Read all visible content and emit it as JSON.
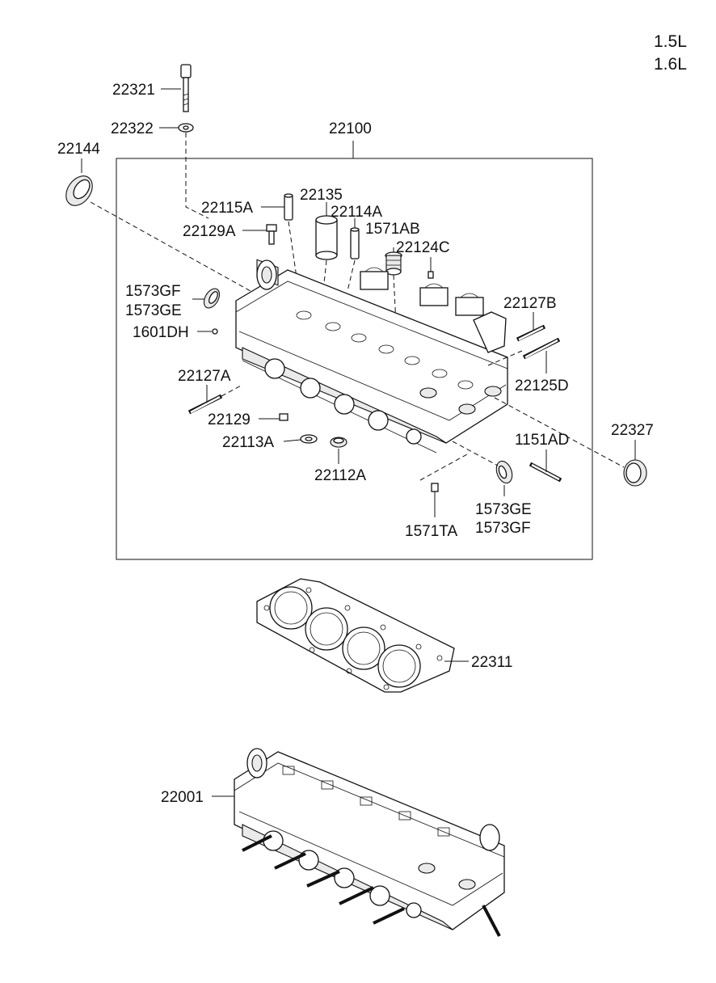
{
  "engine": [
    "1.5L",
    "1.6L"
  ],
  "labels": {
    "p22321": "22321",
    "p22322": "22322",
    "p22100": "22100",
    "p22144": "22144",
    "p22115A": "22115A",
    "p22135": "22135",
    "p22114A": "22114A",
    "p22129A": "22129A",
    "p1571AB": "1571AB",
    "p22124C": "22124C",
    "p1573GF_a": "1573GF",
    "p1573GE_a": "1573GE",
    "p1601DH": "1601DH",
    "p22127B": "22127B",
    "p22127A": "22127A",
    "p22125D": "22125D",
    "p22129": "22129",
    "p22327": "22327",
    "p22113A": "22113A",
    "p1151AD": "1151AD",
    "p22112A": "22112A",
    "p1573GE_b": "1573GE",
    "p1573GF_b": "1573GF",
    "p1571TA": "1571TA",
    "p22311": "22311",
    "p22001": "22001"
  }
}
